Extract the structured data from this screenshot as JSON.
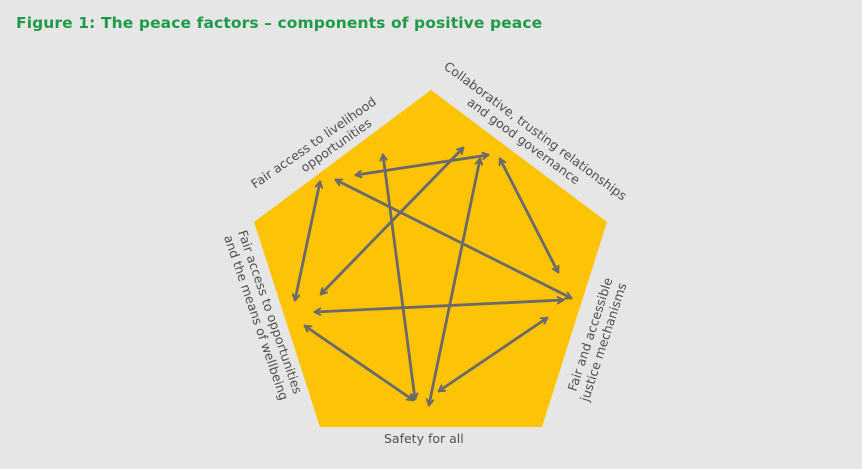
{
  "figure": {
    "title": "Figure 1: The peace factors – components of positive peace"
  },
  "colors": {
    "title": "#1f9a48",
    "pentagon": "#fcc307",
    "arrow": "#6a6a6a",
    "label_text": "#4f4f4f",
    "background": "#e6e6e6"
  },
  "factors": {
    "livelihood": {
      "line1": "Fair access to livelihood",
      "line2": "opportunities"
    },
    "governance": {
      "line1": "Collaborative, trusting relationships",
      "line2": "and good governance"
    },
    "justice": {
      "line1": "Fair and accessible",
      "line2": "justice mechanisms"
    },
    "safety": {
      "line1": "Safety for all"
    },
    "wellbeing": {
      "line1": "Fair access to opportunities",
      "line2": "and the means of wellbeing"
    }
  },
  "connections": [
    {
      "from": "livelihood",
      "to": "governance"
    },
    {
      "from": "livelihood",
      "to": "justice"
    },
    {
      "from": "livelihood",
      "to": "safety"
    },
    {
      "from": "livelihood",
      "to": "wellbeing"
    },
    {
      "from": "governance",
      "to": "justice"
    },
    {
      "from": "governance",
      "to": "safety"
    },
    {
      "from": "governance",
      "to": "wellbeing"
    },
    {
      "from": "justice",
      "to": "safety"
    },
    {
      "from": "justice",
      "to": "wellbeing"
    },
    {
      "from": "safety",
      "to": "wellbeing"
    }
  ]
}
